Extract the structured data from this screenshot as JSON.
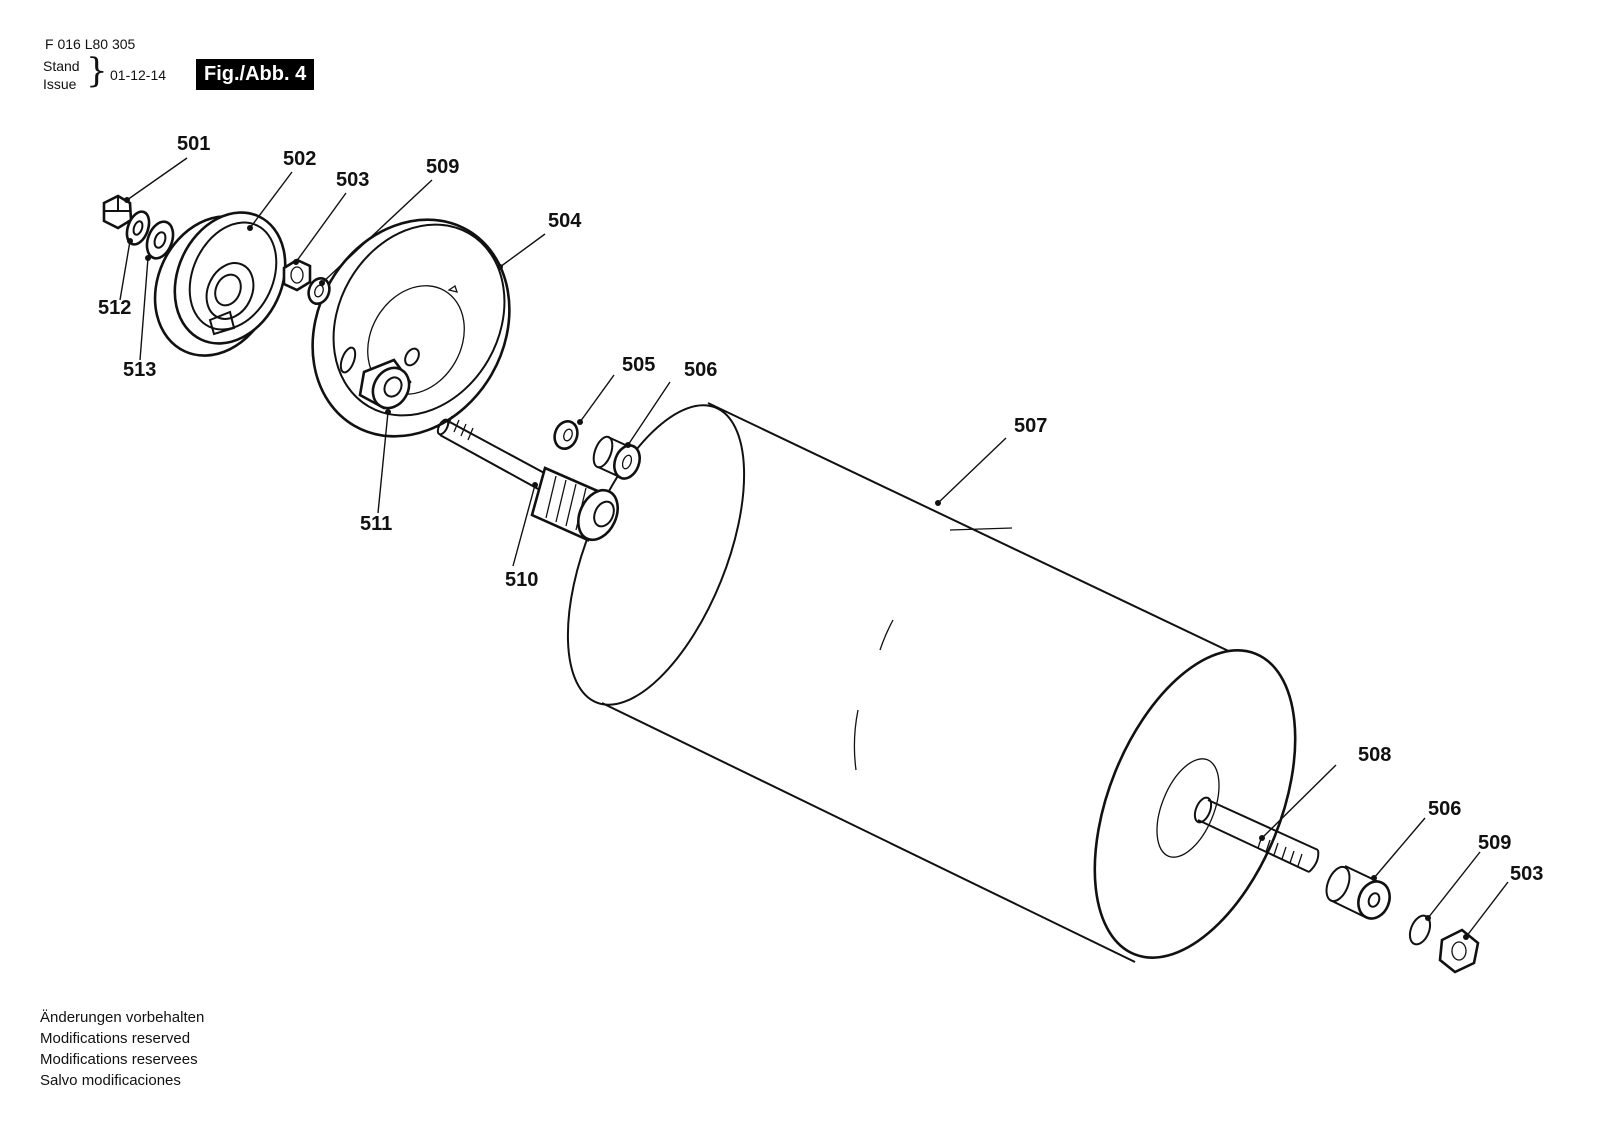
{
  "header": {
    "doc_number": "F 016 L80 305",
    "stand_label": "Stand",
    "issue_label": "Issue",
    "date": "01-12-14",
    "figure_label": "Fig./Abb. 4"
  },
  "parts": [
    {
      "id": "p501-top",
      "label": "501"
    },
    {
      "id": "p502",
      "label": "502"
    },
    {
      "id": "p503-top",
      "label": "503"
    },
    {
      "id": "p509-top",
      "label": "509"
    },
    {
      "id": "p504",
      "label": "504"
    },
    {
      "id": "p512",
      "label": "512"
    },
    {
      "id": "p513",
      "label": "513"
    },
    {
      "id": "p505",
      "label": "505"
    },
    {
      "id": "p506-top",
      "label": "506"
    },
    {
      "id": "p507",
      "label": "507"
    },
    {
      "id": "p511",
      "label": "511"
    },
    {
      "id": "p510",
      "label": "510"
    },
    {
      "id": "p508",
      "label": "508"
    },
    {
      "id": "p506-bottom",
      "label": "506"
    },
    {
      "id": "p509-bottom",
      "label": "509"
    },
    {
      "id": "p503-bottom",
      "label": "503"
    }
  ],
  "footer": {
    "lines": [
      "Änderungen vorbehalten",
      "Modifications reserved",
      "Modifications reservees",
      "Salvo modificaciones"
    ]
  }
}
